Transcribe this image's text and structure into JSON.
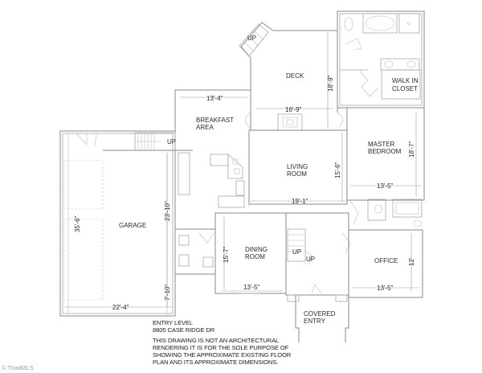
{
  "plan": {
    "level": "ENTRY LEVEL",
    "address": "8805 CASE RIDGE DR",
    "disclaimer": [
      "THIS DRAWING IS NOT AN ARCHITECTURAL",
      "RENDERING IT IS FOR THE SOLE PURPOSE OF",
      "SHOWING THE APPROXIMATE EXISTING  FLOOR",
      "PLAN AND ITS APPROXIMATE DIMENSIONS."
    ],
    "credit": "© TriadMLS"
  },
  "rooms": {
    "deck": {
      "name": "DECK",
      "width": "16'-9\"",
      "depth": "18'-9\""
    },
    "walk_in_closet": {
      "line1": "WALK IN",
      "line2": "CLOSET"
    },
    "breakfast": {
      "line1": "BREAKFAST",
      "line2": "AREA",
      "width": "13'-4\""
    },
    "living": {
      "line1": "LIVING",
      "line2": "ROOM",
      "width": "19'-1\"",
      "depth": "15'-6\""
    },
    "master": {
      "line1": "MASTER",
      "line2": "BEDROOM",
      "width": "13'-5\"",
      "depth": "18'-7\""
    },
    "garage": {
      "name": "GARAGE",
      "width": "22'-4\"",
      "depth_total": "35'-6\"",
      "depth_main": "23'-10\"",
      "depth_lower": "7'-10\""
    },
    "dining": {
      "line1": "DINING",
      "line2": "ROOM",
      "width": "13'-5\"",
      "depth": "15'-7\""
    },
    "office": {
      "name": "OFFICE",
      "width": "13'-5\"",
      "depth": "12'"
    },
    "covered_entry": {
      "line1": "COVERED",
      "line2": "ENTRY"
    }
  },
  "stairs": {
    "deck_up": "UP",
    "garage_up": "UP",
    "foyer_up_1": "UP",
    "foyer_up_2": "UP"
  }
}
